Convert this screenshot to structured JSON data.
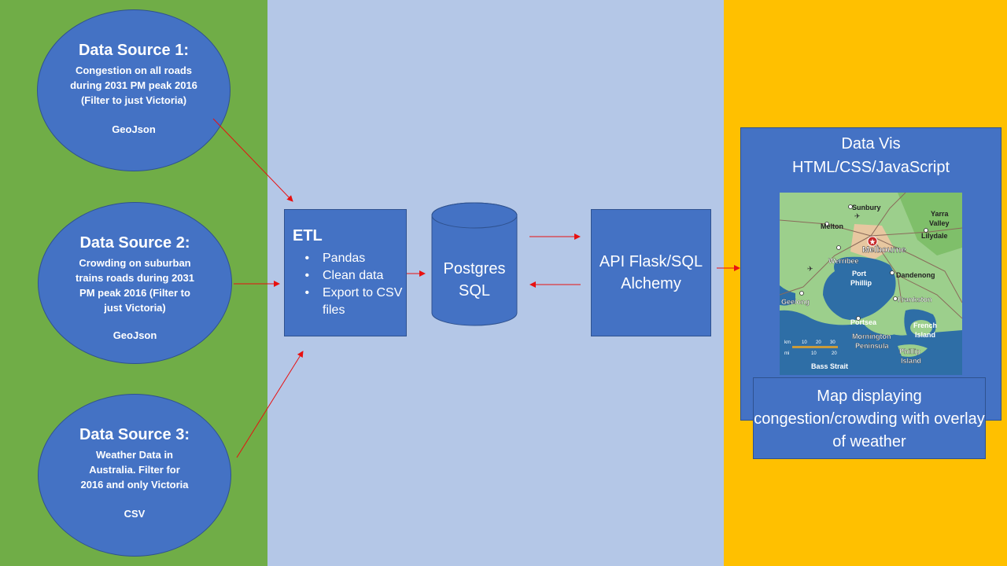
{
  "colors": {
    "left_panel": "#70ad47",
    "middle_panel": "#b4c7e7",
    "right_panel": "#ffc000",
    "shape_fill": "#4472c4",
    "arrow": "#e81010"
  },
  "sources": [
    {
      "title": "Data Source 1:",
      "desc": "Congestion on all roads during 2031 PM peak 2016 (Filter to just Victoria)",
      "format": "GeoJson"
    },
    {
      "title": "Data Source 2:",
      "desc": "Crowding on suburban trains roads during 2031 PM peak 2016 (Filter to just Victoria)",
      "format": "GeoJson"
    },
    {
      "title": "Data Source 3:",
      "desc": "Weather Data in Australia. Filter for 2016 and only Victoria",
      "format": "CSV"
    }
  ],
  "etl": {
    "title": "ETL",
    "items": [
      "Pandas",
      "Clean data",
      "Export to CSV files"
    ]
  },
  "database": {
    "label_line1": "Postgres",
    "label_line2": "SQL"
  },
  "api": {
    "label_line1": "API Flask/SQL",
    "label_line2": "Alchemy"
  },
  "vis": {
    "title_line1": "Data Vis",
    "title_line2": "HTML/CSS/JavaScript",
    "caption": "Map displaying congestion/crowding with overlay of weather"
  },
  "map": {
    "labels": {
      "sunbury": "Sunbury",
      "yarra": "Yarra",
      "valley": "Valley",
      "melton": "Melton",
      "lilydale": "Lilydale",
      "melbourne": "Melbourne",
      "werribee": "Werribee",
      "port": "Port",
      "phillip": "Phillip",
      "dandenong": "Dandenong",
      "frankston": "Frankston",
      "geelong": "Geelong",
      "portsea": "Portsea",
      "french": "French",
      "island": "Island",
      "mornington": "Mornington",
      "peninsula": "Peninsula",
      "phillip2": "Phillip",
      "island2": "Island",
      "bass_strait": "Bass Strait",
      "km": "km",
      "mi": "mi",
      "km10": "10",
      "km20": "20",
      "km30": "30",
      "mi10": "10",
      "mi20": "20"
    }
  }
}
